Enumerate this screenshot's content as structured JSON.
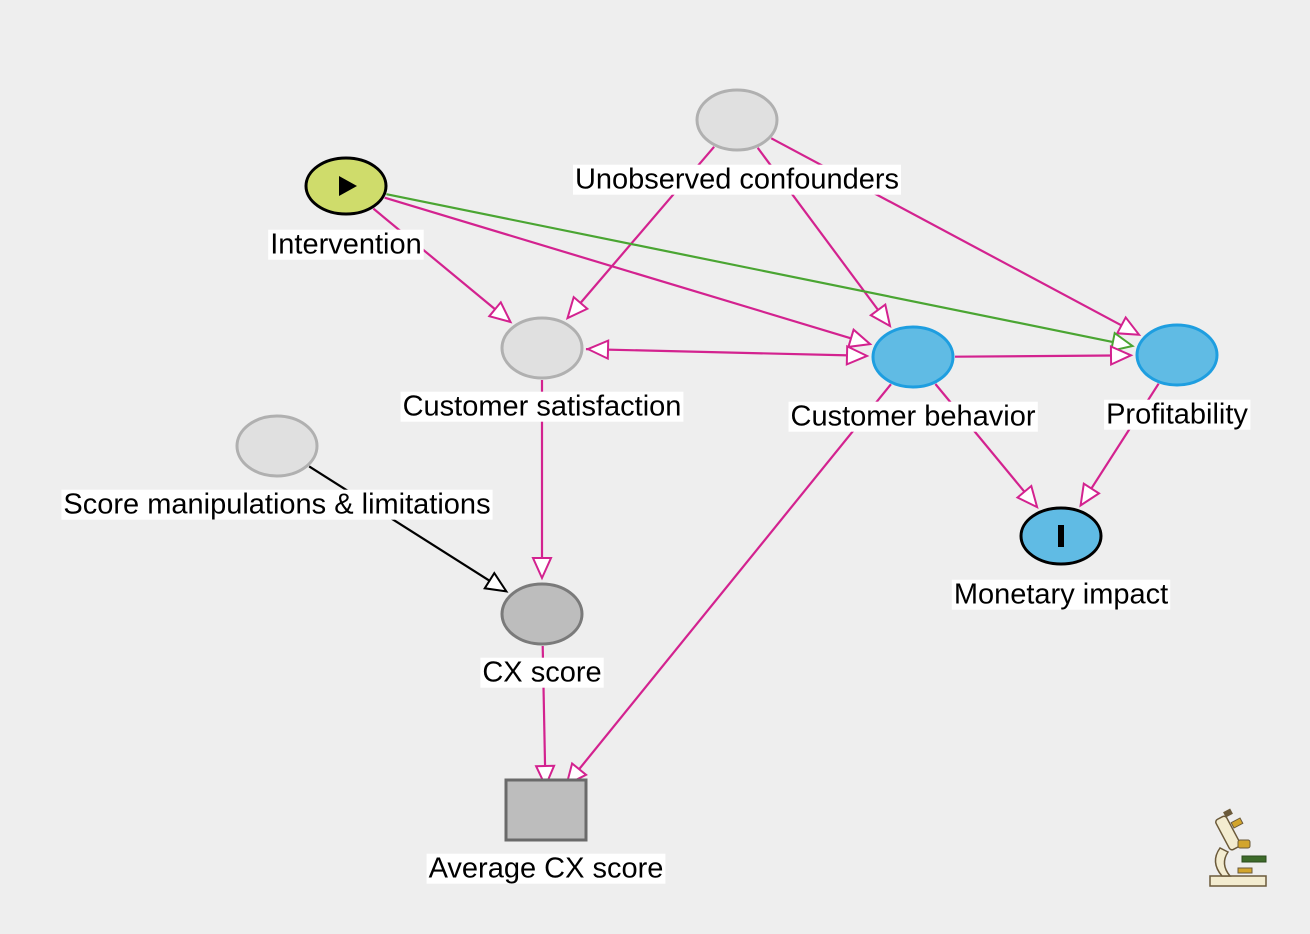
{
  "diagram": {
    "nodes": [
      {
        "id": "unobserved",
        "label": "Unobserved confounders",
        "role": "latent",
        "fill": "#e0e0e0",
        "stroke": "#b0b0b0"
      },
      {
        "id": "intervention",
        "label": "Intervention",
        "role": "exposure",
        "icon": "play-icon",
        "fill": "#cfdc6b",
        "stroke": "#000000"
      },
      {
        "id": "satisfaction",
        "label": "Customer satisfaction",
        "role": "latent",
        "fill": "#e0e0e0",
        "stroke": "#b0b0b0"
      },
      {
        "id": "behavior",
        "label": "Customer behavior",
        "role": "ancestor-of-outcome",
        "fill": "#60bbe4",
        "stroke": "#1e9ee0"
      },
      {
        "id": "profitability",
        "label": "Profitability",
        "role": "ancestor-of-outcome",
        "fill": "#60bbe4",
        "stroke": "#1e9ee0"
      },
      {
        "id": "monetary",
        "label": "Monetary impact",
        "role": "outcome",
        "icon": "outcome-bar-icon",
        "fill": "#60bbe4",
        "stroke": "#000000"
      },
      {
        "id": "manipulations",
        "label": "Score manipulations & limitations",
        "role": "latent",
        "fill": "#e0e0e0",
        "stroke": "#b0b0b0"
      },
      {
        "id": "cxscore",
        "label": "CX score",
        "role": "observed",
        "fill": "#bdbdbd",
        "stroke": "#7a7a7a"
      },
      {
        "id": "avgcx",
        "label": "Average CX score",
        "role": "adjusted",
        "shape": "rect",
        "fill": "#bdbdbd",
        "stroke": "#6a6a6a"
      }
    ],
    "edges": [
      {
        "from": "unobserved",
        "to": "satisfaction",
        "color": "#d3228f"
      },
      {
        "from": "unobserved",
        "to": "behavior",
        "color": "#d3228f"
      },
      {
        "from": "unobserved",
        "to": "profitability",
        "color": "#d3228f"
      },
      {
        "from": "intervention",
        "to": "satisfaction",
        "color": "#d3228f"
      },
      {
        "from": "intervention",
        "to": "behavior",
        "color": "#d3228f"
      },
      {
        "from": "intervention",
        "to": "profitability",
        "color": "#4aa532"
      },
      {
        "from": "satisfaction",
        "to": "behavior",
        "color": "#d3228f",
        "bidirected": true
      },
      {
        "from": "behavior",
        "to": "profitability",
        "color": "#d3228f"
      },
      {
        "from": "satisfaction",
        "to": "cxscore",
        "color": "#d3228f"
      },
      {
        "from": "manipulations",
        "to": "cxscore",
        "color": "#000000"
      },
      {
        "from": "cxscore",
        "to": "avgcx",
        "color": "#d3228f"
      },
      {
        "from": "behavior",
        "to": "avgcx",
        "color": "#d3228f"
      },
      {
        "from": "behavior",
        "to": "monetary",
        "color": "#d3228f"
      },
      {
        "from": "profitability",
        "to": "monetary",
        "color": "#d3228f"
      }
    ],
    "corner_icon": "microscope-icon"
  }
}
